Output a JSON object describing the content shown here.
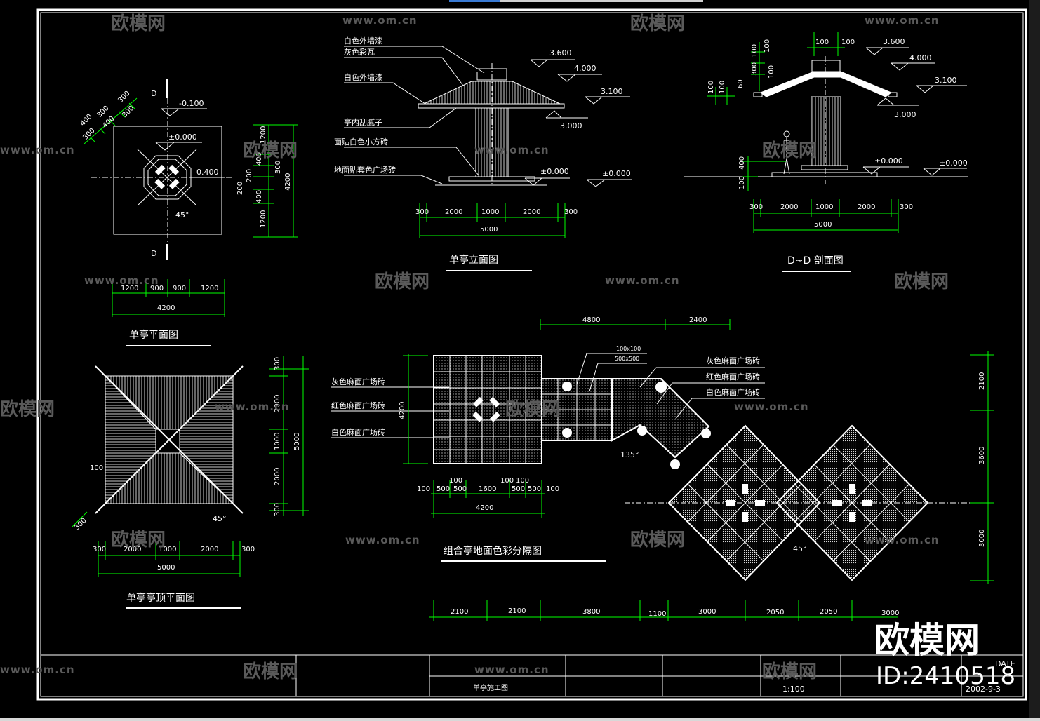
{
  "drawing": {
    "plan_view": {
      "title": "单亭平面图",
      "section_mark": "D",
      "levels": [
        "-0.100",
        "±0.000",
        "0.400"
      ],
      "angle": "45°",
      "diag_dims": [
        "400",
        "300",
        "300",
        "300",
        "400",
        "300"
      ],
      "right_dims": [
        "1200",
        "400",
        "200",
        "300",
        "200",
        "400",
        "4200",
        "1200"
      ],
      "bottom_dims": [
        "1200",
        "900",
        "900",
        "1200"
      ],
      "total": "4200"
    },
    "elevation_view": {
      "title": "单亭立面图",
      "labels": [
        "白色外墙漆",
        "灰色彩瓦",
        "白色外墙漆",
        "亭内刮腻子",
        "面贴白色小方砖",
        "地面贴套色广场砖"
      ],
      "levels": [
        "3.600",
        "4.000",
        "3.100",
        "3.000",
        "±0.000",
        "±0.000"
      ],
      "dims": [
        "300",
        "2000",
        "1000",
        "2000",
        "300"
      ],
      "total": "5000"
    },
    "section_view": {
      "title": "D~D 剖面图",
      "top_dims": [
        "100",
        "100",
        "100",
        "100",
        "300",
        "100",
        "100",
        "60",
        "100"
      ],
      "levels": [
        "3.600",
        "4.000",
        "3.100",
        "3.000",
        "±0.000",
        "±0.000"
      ],
      "side_dims": [
        "400",
        "100"
      ],
      "dims": [
        "300",
        "2000",
        "1000",
        "2000",
        "300"
      ],
      "total": "5000"
    },
    "roof_plan": {
      "title": "单亭亭顶平面图",
      "angle": "45°",
      "left_dim": "100",
      "corner_dim": "300",
      "right_dims": [
        "300",
        "2000",
        "1000",
        "2000",
        "300"
      ],
      "right_total": "5000",
      "bottom_dims": [
        "300",
        "2000",
        "1000",
        "2000",
        "300"
      ],
      "bottom_total": "5000"
    },
    "combo_plan": {
      "title": "组合亭地面色彩分隔图",
      "left_labels": [
        "灰色麻面广场砖",
        "红色麻面广场砖",
        "白色麻面广场砖"
      ],
      "right_labels": [
        "灰色麻面广场砖",
        "红色麻面广场砖",
        "白色麻面广场砖"
      ],
      "tile_labels": [
        "100x100",
        "500x500"
      ],
      "top_dims": [
        "4800",
        "2400"
      ],
      "left_dim": "4200",
      "angles": [
        "135°",
        "45°"
      ],
      "bottom_small_dims": [
        "100",
        "500",
        "100",
        "500",
        "1600",
        "100",
        "100",
        "500",
        "500",
        "100"
      ],
      "bottom_small_total": "4200",
      "bottom_dims": [
        "2100",
        "2100",
        "3800",
        "1100",
        "3000",
        "2050",
        "2050",
        "3000"
      ],
      "right_dims": [
        "2100",
        "3600",
        "3000"
      ]
    },
    "title_block": {
      "drawing_name": "单亭施工图",
      "scale": "1:100",
      "date_label": "DATE",
      "date": "2002-9-3"
    },
    "watermarks": {
      "brand": "欧模网",
      "url": "www.om.cn",
      "id": "ID:2410518"
    }
  },
  "colors": {
    "background": "#000000",
    "linework": "#ffffff",
    "dimension": "#00ff00",
    "watermark": "#5a5a5a"
  }
}
